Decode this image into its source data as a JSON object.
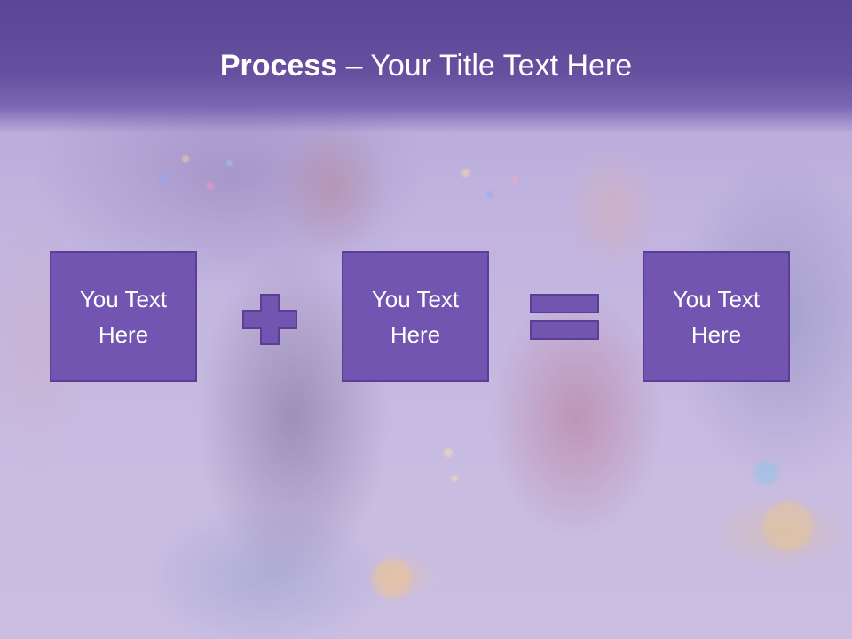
{
  "slide": {
    "title_bold": "Process",
    "title_rest": " – Your Title Text Here"
  },
  "process": {
    "boxes": [
      {
        "label": "You Text\nHere"
      },
      {
        "label": "You Text\nHere"
      },
      {
        "label": "You Text\nHere"
      }
    ],
    "operators": [
      "plus-icon",
      "equals-icon"
    ]
  },
  "colors": {
    "title_band": "#5a4694",
    "box_fill": "#7255b0",
    "box_border": "#5b3f94",
    "operator_fill": "#7255b0",
    "text": "#ffffff"
  }
}
